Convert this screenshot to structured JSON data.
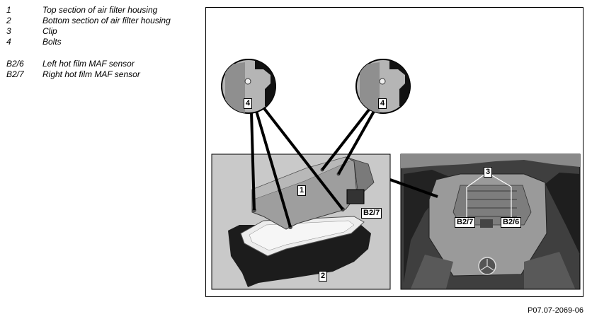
{
  "legend": [
    {
      "key": "1",
      "desc": "Top section of air filter housing"
    },
    {
      "key": "2",
      "desc": "Bottom section of air filter housing"
    },
    {
      "key": "3",
      "desc": "Clip"
    },
    {
      "key": "4",
      "desc": "Bolts"
    },
    {
      "key": "B2/6",
      "desc": "Left hot film MAF sensor"
    },
    {
      "key": "B2/7",
      "desc": "Right hot film MAF sensor"
    }
  ],
  "callouts": {
    "bolt_left": "4",
    "bolt_right": "4",
    "top_section": "1",
    "bottom_section": "2",
    "maf_right_housing": "B2/7",
    "clip": "3",
    "maf_right_engine": "B2/7",
    "maf_left_engine": "B2/6"
  },
  "figure_code": "P07.07-2069-06"
}
